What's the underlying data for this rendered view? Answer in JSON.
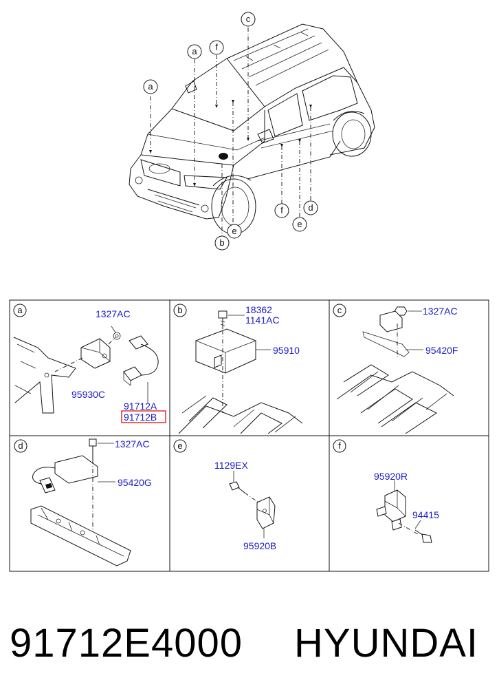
{
  "overview_callouts": {
    "c": "c",
    "a1": "a",
    "f1": "f",
    "a2": "a",
    "f2": "f",
    "d": "d",
    "e1": "e",
    "e2": "e",
    "b": "b"
  },
  "panels": {
    "a": {
      "letter": "a",
      "labels": {
        "l1327ac": "1327AC",
        "l95930c": "95930C",
        "l91712a": "91712A",
        "l91712b": "91712B"
      },
      "highlighted": "91712B",
      "highlight_color": "#e02020"
    },
    "b": {
      "letter": "b",
      "labels": {
        "l18362": "18362",
        "l1141ac": "1141AC",
        "l95910": "95910"
      }
    },
    "c": {
      "letter": "c",
      "labels": {
        "l1327ac": "1327AC",
        "l95420f": "95420F"
      }
    },
    "d": {
      "letter": "d",
      "labels": {
        "l1327ac": "1327AC",
        "l95420g": "95420G"
      }
    },
    "e": {
      "letter": "e",
      "labels": {
        "l1129ex": "1129EX",
        "l95920b": "95920B"
      }
    },
    "f": {
      "letter": "f",
      "labels": {
        "l95920r": "95920R",
        "l94415": "94415"
      }
    }
  },
  "label_color": "#1a1acc",
  "footer": {
    "part_number": "91712E4000",
    "brand": "HYUNDAI"
  }
}
